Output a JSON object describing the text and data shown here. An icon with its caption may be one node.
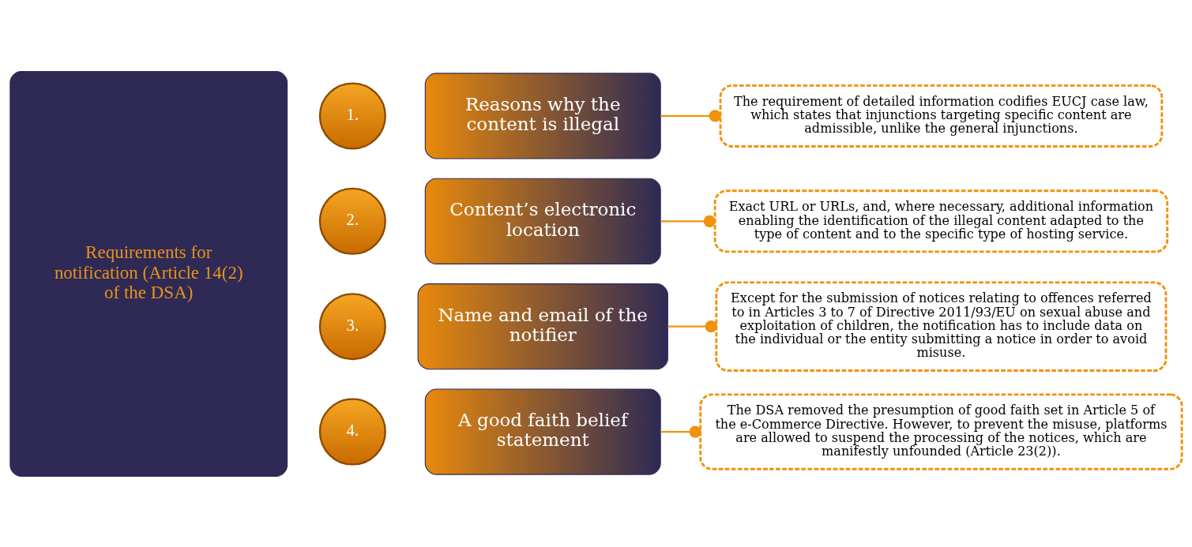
{
  "diagram": {
    "nodes": [
      {
        "text": [
          "Requirements for notification (Article 14(2) of the DSA)"
        ]
      },
      {
        "text": [
          "1."
        ]
      },
      {
        "text": [
          "Reasons why the content is illegal"
        ]
      },
      {
        "text": [
          "The requirement of detailed information codifies EUCJ case law, which states that injunctions targeting specific content are admissible, unlike the general injunctions."
        ]
      },
      {
        "text": [
          "2."
        ]
      },
      {
        "text": [
          "Content’s electronic location"
        ]
      },
      {
        "text": [
          "Exact URL or URLs, and, where necessary, additional information enabling the identification of the illegal content adapted to the type of content and to the specific type of hosting service."
        ]
      },
      {
        "text": [
          "3."
        ]
      },
      {
        "text": [
          "Name and email of the notifier"
        ]
      },
      {
        "text": [
          "Except for the submission of notices relating to offences referred to in Articles 3 to 7 of Directive 2011/93/EU on sexual abuse and exploitation of children, the notification has to include data on the individual or the entity submitting a notice in order to avoid misuse."
        ]
      },
      {
        "text": [
          "4."
        ]
      },
      {
        "text": [
          "A good faith belief statement"
        ]
      },
      {
        "text": [
          "The DSA removed the presumption of good faith set in Article 5 of the e-Commerce Directive. However, to prevent the misuse, platforms are allowed to suspend the processing of the notices, which are manifestly unfounded (Article 23(2))."
        ]
      }
    ],
    "edges": [
      {
        "from": 2,
        "to": 3,
        "arrow": "other"
      },
      {
        "from": 5,
        "to": 6,
        "arrow": "other"
      },
      {
        "from": 8,
        "to": 9,
        "arrow": "other"
      },
      {
        "from": 11,
        "to": 12,
        "arrow": "other"
      }
    ]
  }
}
